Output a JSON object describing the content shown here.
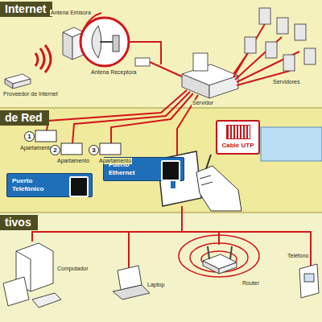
{
  "diagram": {
    "nodes": [
      {
        "text": [
          "Internet"
        ]
      },
      {
        "text": [
          "de Red"
        ]
      },
      {
        "text": [
          "Cable UTP"
        ],
        "in": 1
      },
      {
        "text": [
          "Puerto Telefónico"
        ],
        "in": 1
      },
      {
        "text": [
          "Puerto Ethernet"
        ],
        "in": 1
      },
      {
        "text": [
          "tivos"
        ]
      }
    ],
    "labels": [
      "Antena Emisora",
      "Antena Receptora",
      "Proveedor de Internet",
      "Servidor",
      "Servidores",
      "1",
      "Apartamento",
      "2",
      "Apartamento",
      "3",
      "Apartamento",
      "Teléfono",
      "Computador",
      "Laptop",
      "Router"
    ]
  }
}
